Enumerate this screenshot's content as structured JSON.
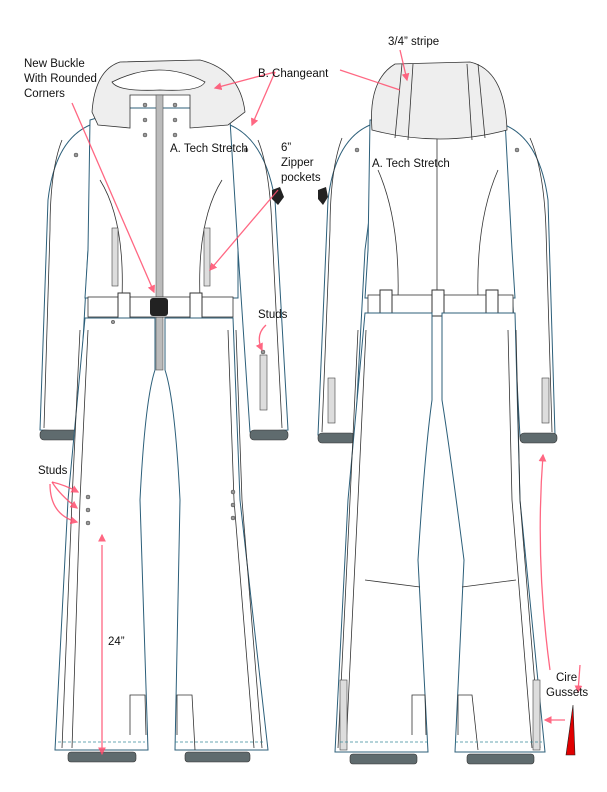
{
  "labels": {
    "buckle": [
      "New Buckle",
      "With Rounded",
      "Corners"
    ],
    "changeant": "B. Changeant",
    "stripe": "3/4” stripe",
    "tech_stretch_front": "A. Tech Stretch",
    "tech_stretch_back": "A. Tech Stretch",
    "zipper_pockets": [
      "6”",
      "Zipper",
      "pockets"
    ],
    "studs_sleeve": "Studs",
    "studs_leg": "Studs",
    "inseam": "24”",
    "cire_gussets": [
      "Cire",
      "Gussets"
    ]
  },
  "colors": {
    "annotation": "#ff4d6d",
    "outline": "#2c5f7a",
    "gusset_fill": "#e00000"
  }
}
